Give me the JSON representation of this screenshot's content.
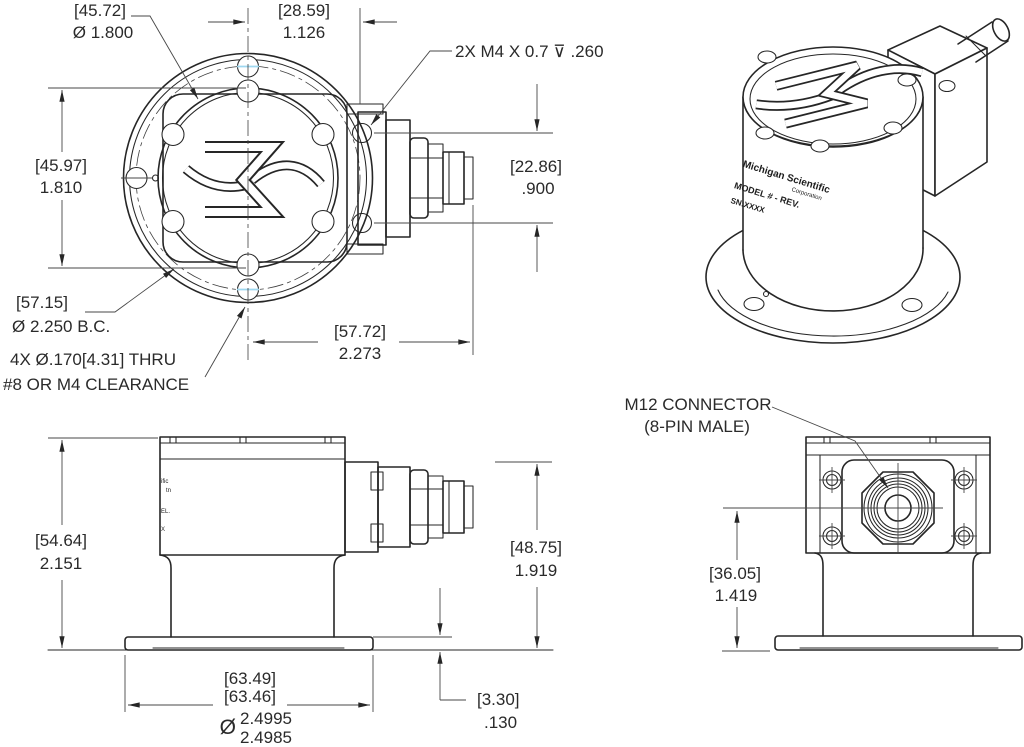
{
  "colors": {
    "line": "#262626",
    "dimension": "#474747",
    "text": "#2a2a2a",
    "accent_tick": "#9fd8f0",
    "background": "#ffffff"
  },
  "front_view": {
    "dim_lid_diameter": {
      "mm": "[45.72]",
      "inch": "Ø 1.800"
    },
    "dim_center_to_face": {
      "mm": "[28.59]",
      "inch": "1.126"
    },
    "note_tapped_holes": "2X M4 X 0.7 ⊽ .260",
    "dim_lid_height": {
      "mm": "[45.97]",
      "inch": "1.810"
    },
    "dim_screw_spacing": {
      "mm": "[22.86]",
      "inch": ".900"
    },
    "dim_bolt_circle": {
      "mm": "[57.15]",
      "inch": "Ø 2.250 B.C."
    },
    "note_thru_holes_line1": "4X Ø.170[4.31] THRU",
    "note_thru_holes_line2": "#8 OR M4 CLEARANCE",
    "dim_center_to_connector_tip": {
      "mm": "[57.72]",
      "inch": "2.273"
    }
  },
  "iso_view": {
    "label": {
      "line1": "Michigan Scientific",
      "line2": "Corporation",
      "line3": "MODEL # - REV.",
      "line4": "SN:XXXX"
    }
  },
  "side_view": {
    "dim_overall_height": {
      "mm": "[54.64]",
      "inch": "2.151"
    },
    "dim_connector_height": {
      "mm": "[48.75]",
      "inch": "1.919"
    },
    "dim_flange_thickness": {
      "mm": "[3.30]",
      "inch": ".130"
    },
    "dim_flange_diameter": {
      "mm_max": "[63.49]",
      "mm_min": "[63.46]",
      "diameter_symbol": "Ø",
      "inch_max": "2.4995",
      "inch_min": "2.4985"
    },
    "label_fragments": {
      "f1": "ific",
      "f2": "tn",
      "f3": "EL.",
      "f4": "X"
    }
  },
  "rear_view": {
    "note_connector_line1": "M12 CONNECTOR",
    "note_connector_line2": "(8-PIN MALE)",
    "dim_connector_center_height": {
      "mm": "[36.05]",
      "inch": "1.419"
    }
  }
}
